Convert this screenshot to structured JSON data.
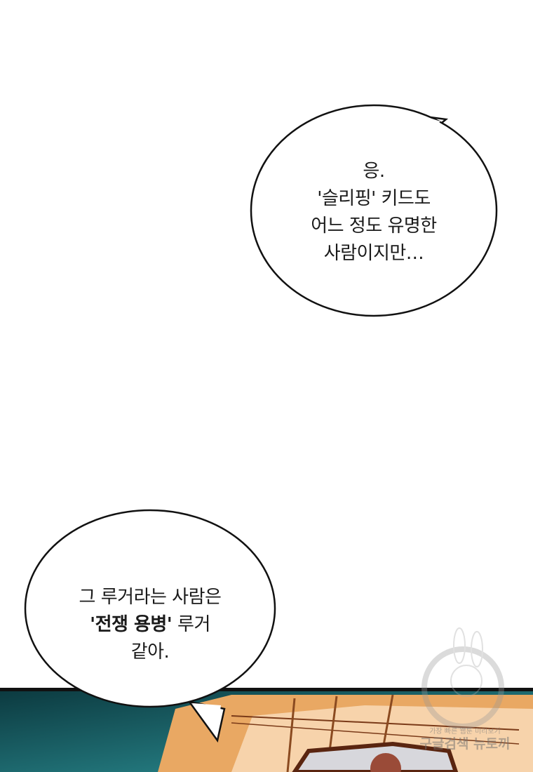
{
  "bubble_top": {
    "lines": [
      "응.",
      "'슬리핑' 키드도",
      "어느 정도 유명한",
      "사람이지만…"
    ]
  },
  "bubble_bottom": {
    "line1": "그 루거라는 사람은",
    "line2_bold": "'전쟁 용병'",
    "line2_rest": " 루거",
    "line3": "같아."
  },
  "watermark": {
    "line1": "가장 빠른 웹툰 미리보기",
    "line2": "구글검색 뉴토끼"
  },
  "colors": {
    "panel_border": "#111111",
    "background_teal": "#1f6e72",
    "hair": "#e7a35d",
    "skin": "#f6d2aa"
  }
}
